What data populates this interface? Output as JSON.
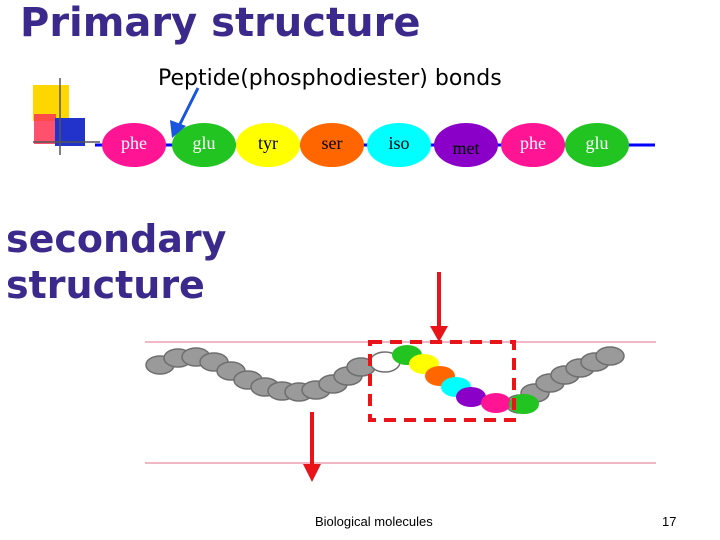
{
  "slide": {
    "title": "Primary structure",
    "subtitle": "Peptide(phosphodiester) bonds",
    "secondary_title": "secondary structure",
    "footer": "Biological molecules",
    "slide_number": "17"
  },
  "chain": [
    {
      "label": "phe",
      "color": "#ff1493",
      "text_color": "#ffffff"
    },
    {
      "label": "glu",
      "color": "#22c422",
      "text_color": "#ffffff"
    },
    {
      "label": "tyr",
      "color": "#ffff00",
      "text_color": "#000000"
    },
    {
      "label": "ser",
      "color": "#ff6600",
      "text_color": "#000000"
    },
    {
      "label": "iso",
      "color": "#00ffff",
      "text_color": "#000000"
    },
    {
      "label": "met",
      "color": "#8b00c8",
      "text_color": "#000000"
    },
    {
      "label": "phe",
      "color": "#ff1493",
      "text_color": "#ffffff"
    },
    {
      "label": "glu",
      "color": "#22c422",
      "text_color": "#ffffff"
    }
  ],
  "colors": {
    "title": "#3b2a8c",
    "backbone": "#0000ff",
    "arrow_red": "#e8141a",
    "dashed_box": "#e8141a",
    "guide_lines": "#e0708a",
    "grey_bead": "#9a9a9a"
  },
  "helix_colored_beads": [
    "#22c422",
    "#ffff00",
    "#ff6600",
    "#00ffff",
    "#8b00c8",
    "#ff1493",
    "#22c422"
  ]
}
